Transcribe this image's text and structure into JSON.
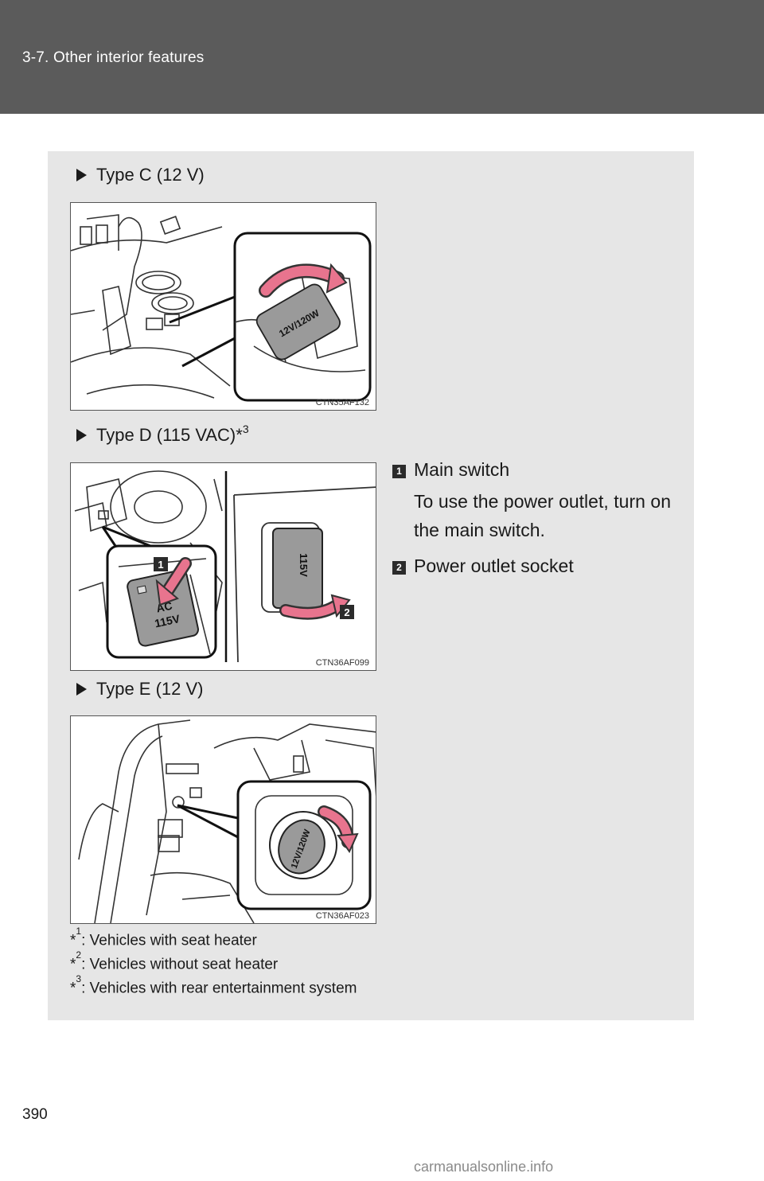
{
  "header": {
    "section_title": "3-7. Other interior features"
  },
  "sections": {
    "type_c": {
      "heading": "Type C (12 V)",
      "figure_code": "CTN35AF132",
      "outlet_label": "12V/120W"
    },
    "type_d": {
      "heading": "Type D (115 VAC)*",
      "heading_sup": "3",
      "figure_code": "CTN36AF099",
      "switch_label_line1": "AC",
      "switch_label_line2": "115V",
      "outlet_label": "115V",
      "badge_1": "1",
      "badge_2": "2",
      "callouts": [
        {
          "number": "1",
          "title": "Main switch",
          "description": "To use the power outlet, turn on the main switch."
        },
        {
          "number": "2",
          "title": "Power outlet socket"
        }
      ]
    },
    "type_e": {
      "heading": "Type E (12 V)",
      "figure_code": "CTN36AF023",
      "outlet_label": "12V/120W"
    }
  },
  "footnotes": [
    {
      "marker": "*",
      "sup": "1",
      "text": ": Vehicles with seat heater"
    },
    {
      "marker": "*",
      "sup": "2",
      "text": ": Vehicles without seat heater"
    },
    {
      "marker": "*",
      "sup": "3",
      "text": ": Vehicles with rear entertainment system"
    }
  ],
  "page_number": "390",
  "watermark": "carmanualsonline.info",
  "colors": {
    "header_bg": "#5b5b5b",
    "panel_bg": "#e6e6e6",
    "arrow_pink": "#e8748e"
  }
}
